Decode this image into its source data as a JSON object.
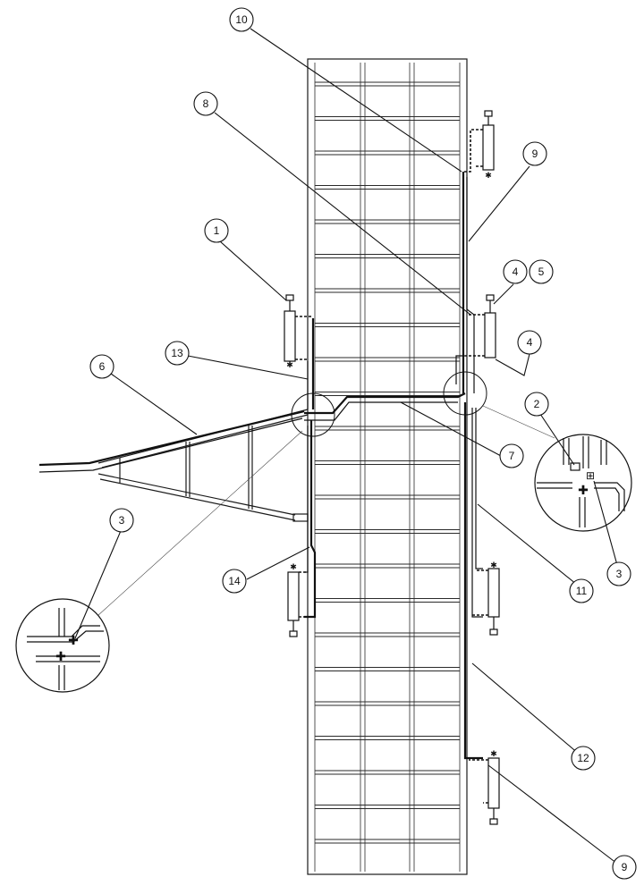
{
  "callouts": [
    {
      "id": "c10",
      "label": "10"
    },
    {
      "id": "c8",
      "label": "8"
    },
    {
      "id": "c9a",
      "label": "9"
    },
    {
      "id": "c1",
      "label": "1"
    },
    {
      "id": "c4a",
      "label": "4"
    },
    {
      "id": "c5",
      "label": "5"
    },
    {
      "id": "c4b",
      "label": "4"
    },
    {
      "id": "c13",
      "label": "13"
    },
    {
      "id": "c6",
      "label": "6"
    },
    {
      "id": "c2",
      "label": "2"
    },
    {
      "id": "c7",
      "label": "7"
    },
    {
      "id": "c3a",
      "label": "3"
    },
    {
      "id": "c3b",
      "label": "3"
    },
    {
      "id": "c11",
      "label": "11"
    },
    {
      "id": "c14",
      "label": "14"
    },
    {
      "id": "c12",
      "label": "12"
    },
    {
      "id": "c9b",
      "label": "9"
    }
  ],
  "colors": {
    "ink": "#111111",
    "paper": "#ffffff"
  }
}
